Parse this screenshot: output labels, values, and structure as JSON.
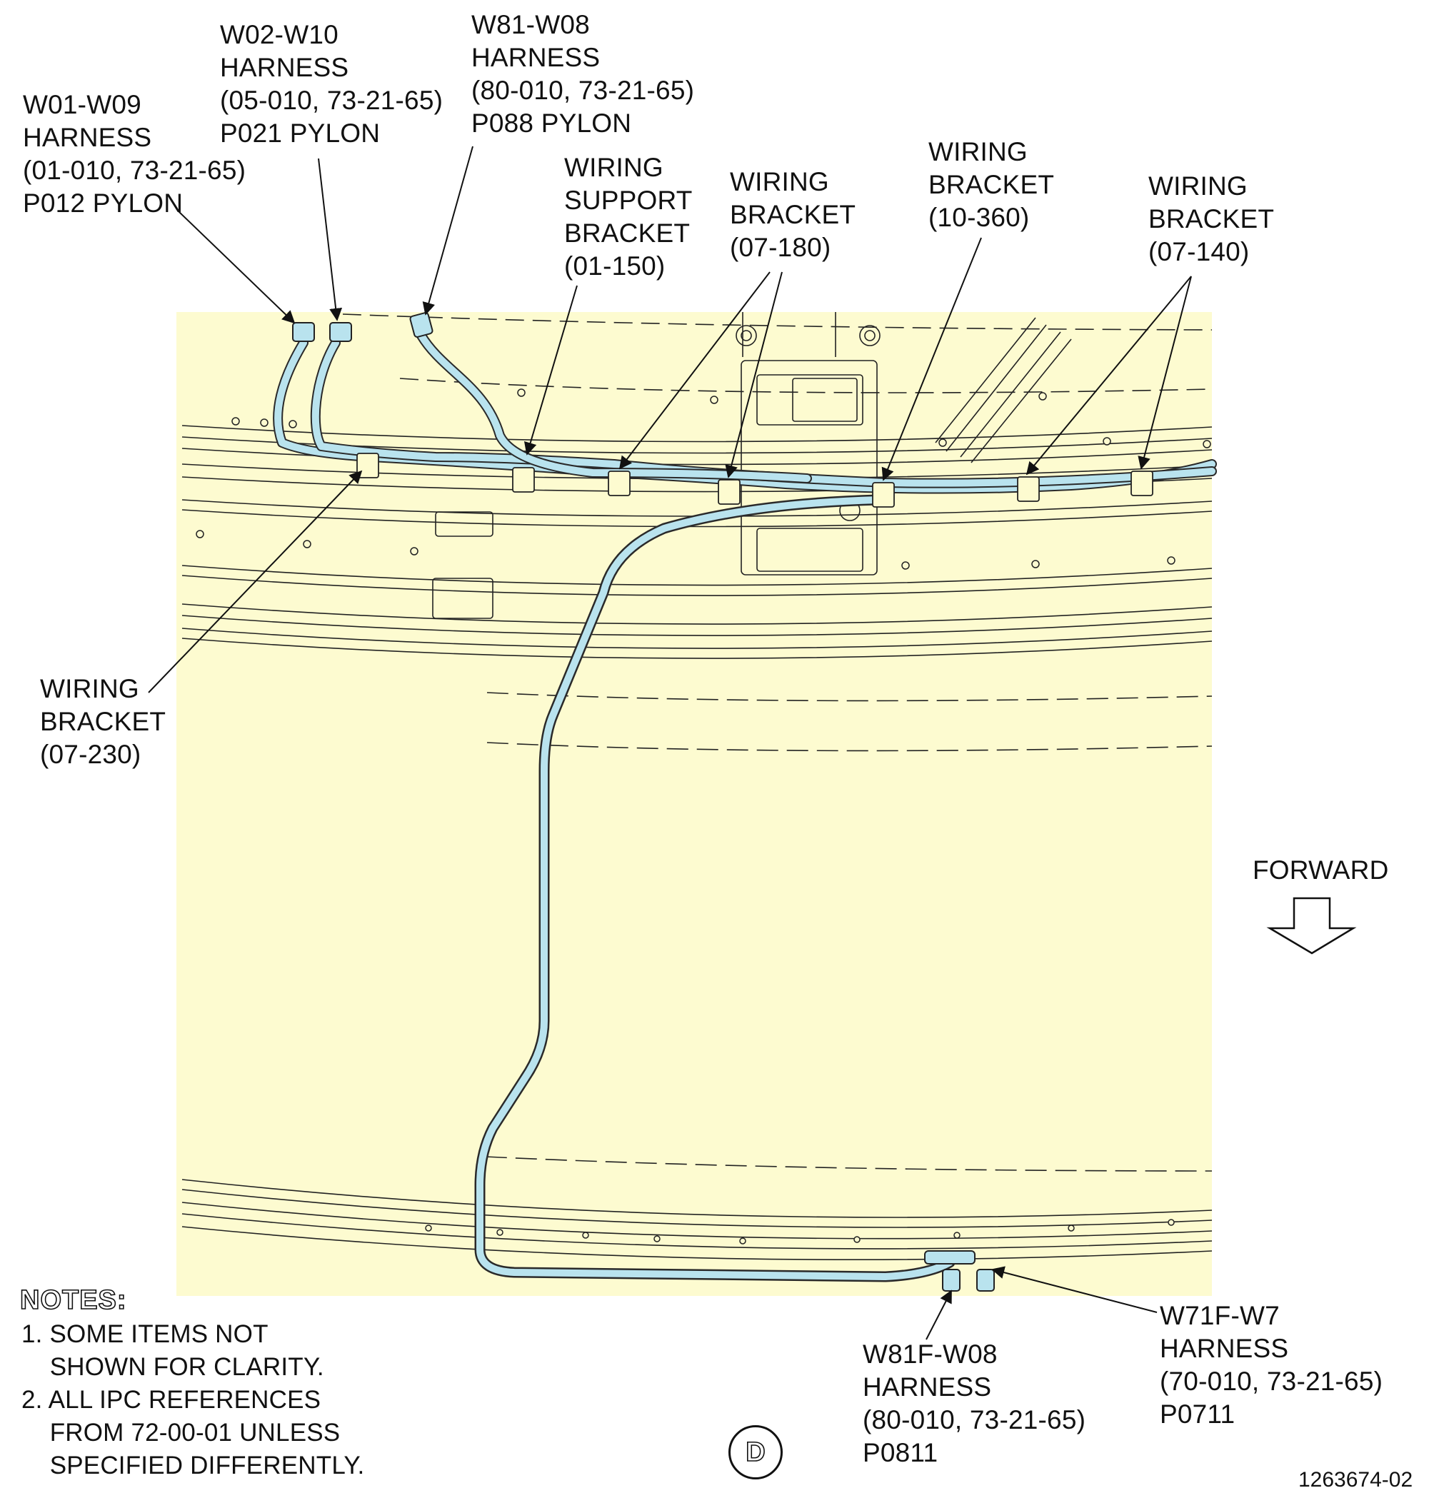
{
  "labels": {
    "w01": "W01-W09\nHARNESS\n(01-010, 73-21-65)\nP012 PYLON",
    "w02": "W02-W10\nHARNESS\n(05-010, 73-21-65)\nP021 PYLON",
    "w81": "W81-W08\nHARNESS\n(80-010, 73-21-65)\nP088 PYLON",
    "support_bracket": "WIRING\nSUPPORT\nBRACKET\n(01-150)",
    "bracket_07_180": "WIRING\nBRACKET\n(07-180)",
    "bracket_10_360": "WIRING\nBRACKET\n(10-360)",
    "bracket_07_140": "WIRING\nBRACKET\n(07-140)",
    "bracket_07_230": "WIRING\nBRACKET\n(07-230)",
    "forward": "FORWARD",
    "w81f": "W81F-W08\nHARNESS\n(80-010, 73-21-65)\nP0811",
    "w71f": "W71F-W7\nHARNESS\n(70-010, 73-21-65)\nP0711"
  },
  "notes": {
    "title": "NOTES:",
    "note1": "1. SOME ITEMS NOT\n    SHOWN FOR CLARITY.",
    "note2": "2. ALL IPC REFERENCES\n    FROM 72-00-01 UNLESS\n    SPECIFIED DIFFERENTLY."
  },
  "view_letter": "D",
  "figure_id": "1263674-02",
  "colors": {
    "panel": "#fdfbd0",
    "harness": "#b9e3ee",
    "harness_outline": "#2a2a2a",
    "ink": "#111111"
  },
  "icons": [
    "forward-arrow-icon"
  ]
}
